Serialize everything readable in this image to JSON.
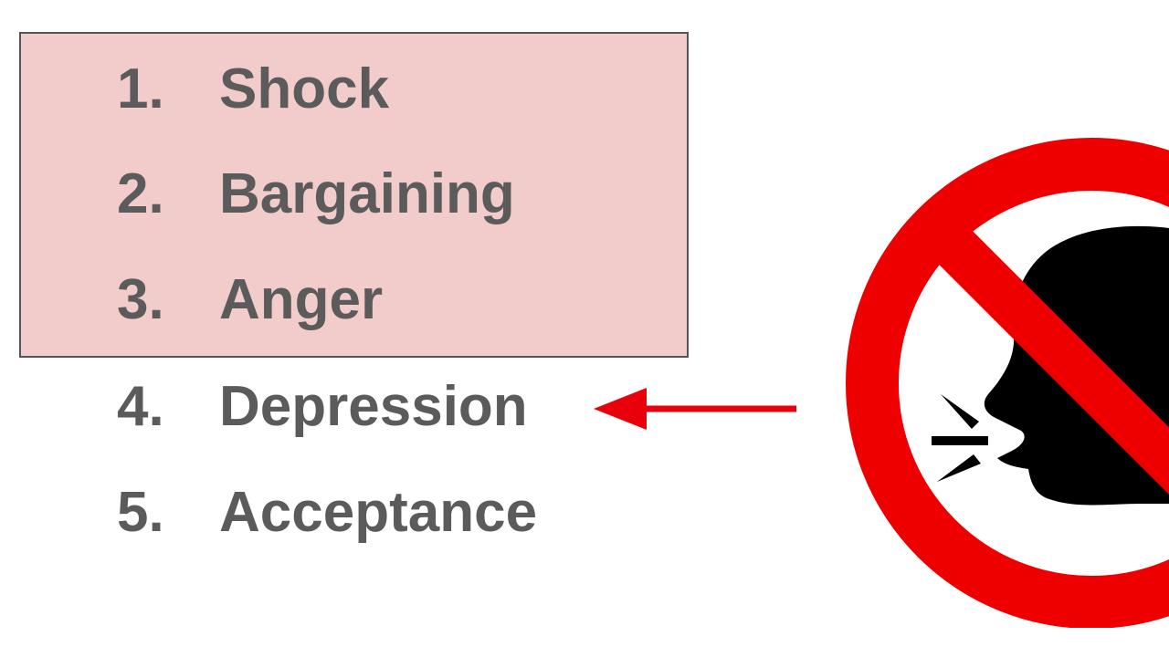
{
  "stages": [
    {
      "number": "1.",
      "label": "Shock",
      "highlighted": true
    },
    {
      "number": "2.",
      "label": "Bargaining",
      "highlighted": true
    },
    {
      "number": "3.",
      "label": "Anger",
      "highlighted": true
    },
    {
      "number": "4.",
      "label": "Depression",
      "highlighted": false
    },
    {
      "number": "5.",
      "label": "Acceptance",
      "highlighted": false
    }
  ],
  "colors": {
    "highlight_fill": "#f2cbcb",
    "text": "#5b5b5b",
    "arrow": "#e8000b",
    "prohibition": "#ee0000"
  },
  "graphics": {
    "arrow_icon": "arrow-left-icon",
    "sign_icon": "no-shouting-icon"
  }
}
